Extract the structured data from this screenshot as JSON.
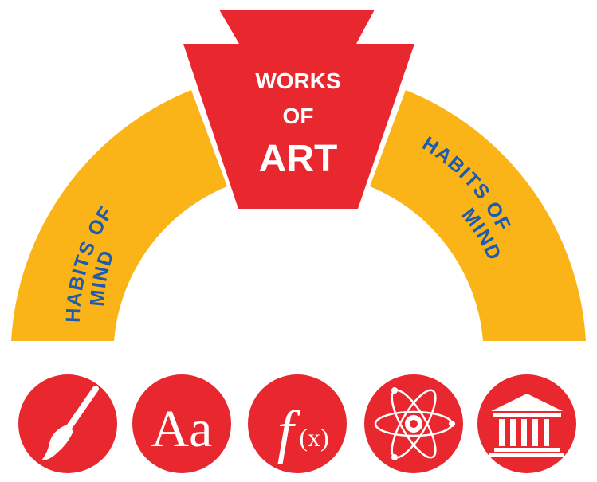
{
  "diagram": {
    "keystone": {
      "line1": "WORKS",
      "line2": "OF",
      "line3": "ART"
    },
    "left_arch": {
      "line1": "HABITS OF",
      "line2": "MIND"
    },
    "right_arch": {
      "line1": "HABITS OF",
      "line2": "MIND"
    },
    "icons": [
      {
        "icon": "paintbrush-icon"
      },
      {
        "icon": "typography-icon",
        "text": "Aa"
      },
      {
        "icon": "function-icon",
        "f": "f",
        "x": "(x)"
      },
      {
        "icon": "atom-icon"
      },
      {
        "icon": "museum-icon"
      }
    ]
  },
  "colors": {
    "red": "#E8282E",
    "gold": "#FBB417",
    "blue": "#1E5BAE",
    "white": "#FFFFFF"
  }
}
